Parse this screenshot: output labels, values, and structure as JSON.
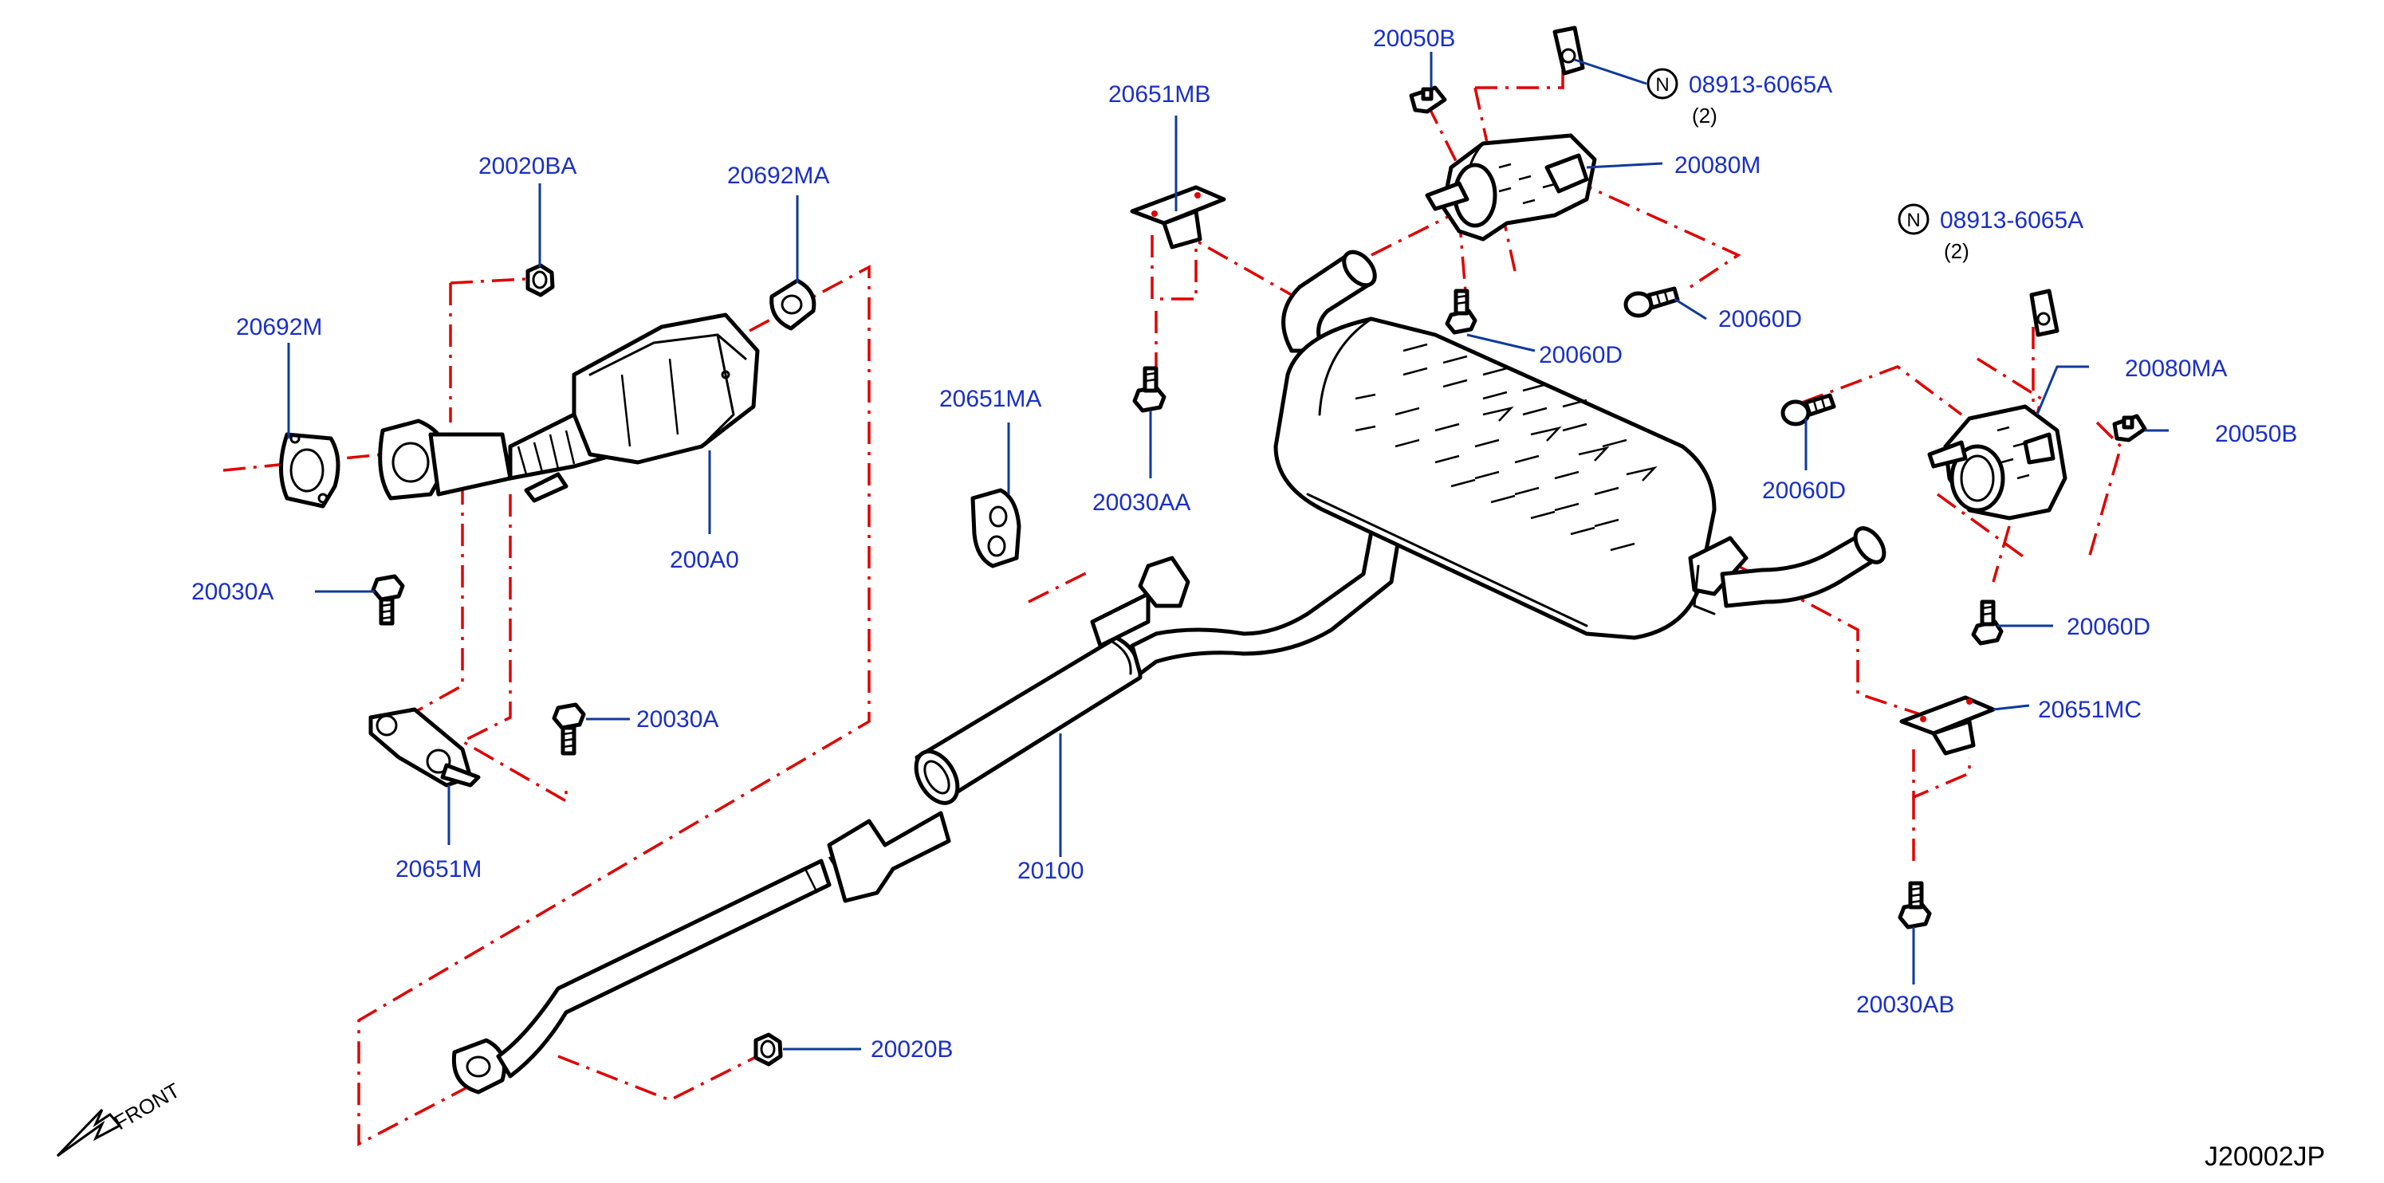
{
  "labels": {
    "l20020BA": "20020BA",
    "l20692MA": "20692MA",
    "l20692M": "20692M",
    "l200A0": "200A0",
    "l20030A_1": "20030A",
    "l20030A_2": "20030A",
    "l20651M": "20651M",
    "l20651MA": "20651MA",
    "l20100": "20100",
    "l20020B": "20020B",
    "l20651MB": "20651MB",
    "l20030AA": "20030AA",
    "l20050B_1": "20050B",
    "l08913_1": "08913-6065A",
    "qty_1": "(2)",
    "l20080M": "20080M",
    "l20060D_1": "20060D",
    "l20060D_2": "20060D",
    "l08913_2": "08913-6065A",
    "qty_2": "(2)",
    "l20080MA": "20080MA",
    "l20050B_2": "20050B",
    "l20060D_3": "20060D",
    "l20060D_4": "20060D",
    "l20651MC": "20651MC",
    "l20030AB": "20030AB"
  },
  "nut_symbol": "N",
  "front_label": "FRONT",
  "diagram_code": "J20002JP",
  "colors": {
    "label": "#1a2fc8",
    "leader": "#0e3a9b",
    "dash": "#e00000",
    "line": "#000000"
  }
}
